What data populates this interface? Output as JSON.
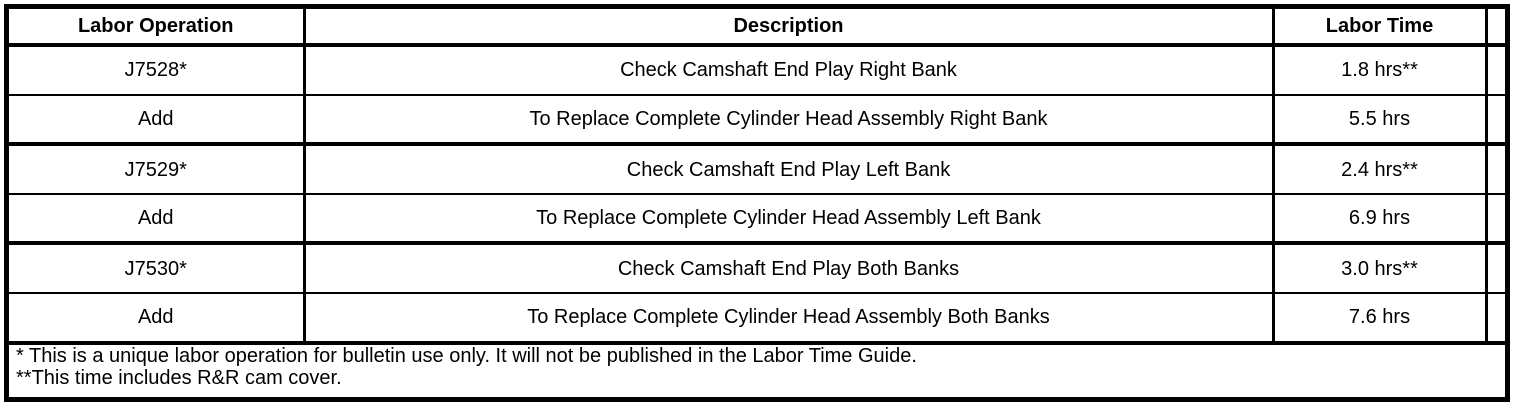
{
  "table": {
    "headers": {
      "labor_operation": "Labor Operation",
      "description": "Description",
      "labor_time": "Labor Time"
    },
    "rows": [
      {
        "op": "J7528*",
        "desc": "Check Camshaft End Play Right Bank",
        "time": "1.8 hrs**"
      },
      {
        "op": "Add",
        "desc": "To Replace Complete Cylinder Head Assembly Right Bank",
        "time": "5.5 hrs"
      },
      {
        "op": "J7529*",
        "desc": "Check Camshaft End Play Left Bank",
        "time": "2.4 hrs**"
      },
      {
        "op": "Add",
        "desc": "To Replace Complete Cylinder Head Assembly Left Bank",
        "time": "6.9 hrs"
      },
      {
        "op": "J7530*",
        "desc": "Check Camshaft End Play Both Banks",
        "time": "3.0 hrs**"
      },
      {
        "op": "Add",
        "desc": "To Replace Complete Cylinder Head Assembly Both Banks",
        "time": "7.6 hrs"
      }
    ],
    "footnotes": [
      "* This is a unique labor operation for bulletin use only. It will not be published in the Labor Time Guide.",
      "**This time includes R&R cam cover."
    ]
  },
  "colors": {
    "border": "#000000",
    "background": "#ffffff",
    "text": "#000000"
  }
}
